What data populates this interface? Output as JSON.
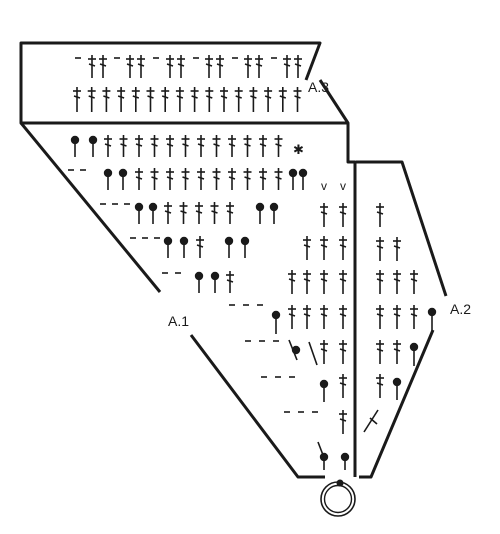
{
  "labels": {
    "a3": "A.3",
    "a1": "A.1",
    "a2": "A.2"
  },
  "marks": {
    "increase": "v",
    "star": "✱"
  },
  "symbol_names": {
    "tr": "treble crochet",
    "dot_tr": "treble with bobble",
    "chain": "chain",
    "slanted_tr": "slanted treble",
    "magic_ring": "starting ring"
  }
}
